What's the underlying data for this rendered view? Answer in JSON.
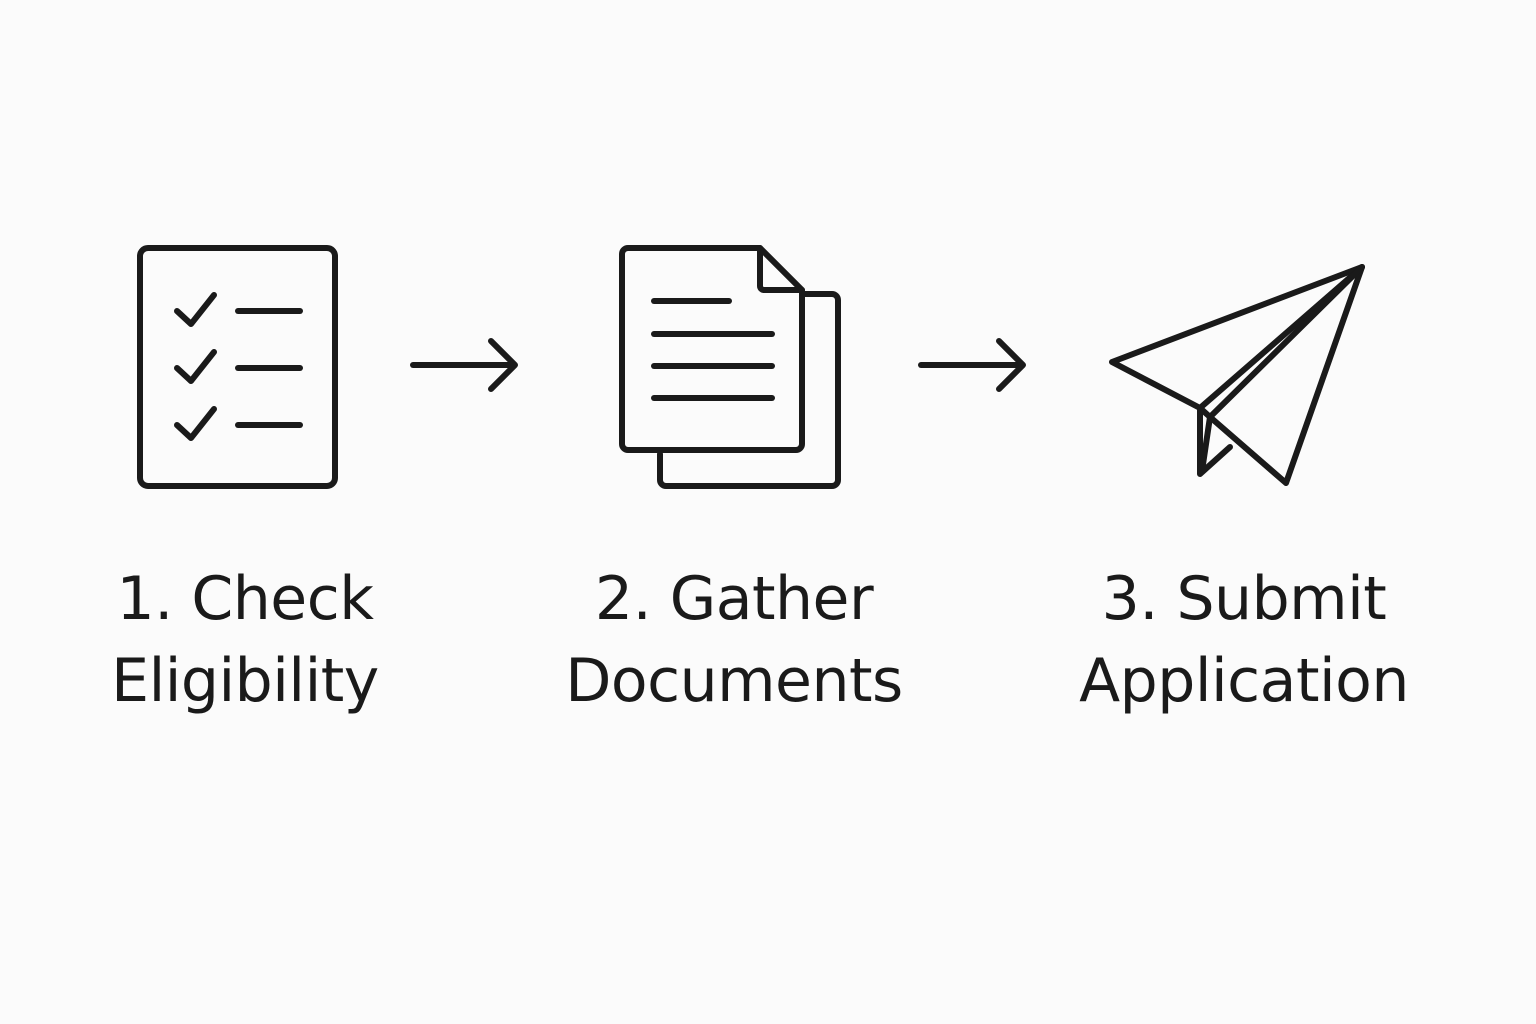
{
  "colors": {
    "background": "#fbfbfb",
    "ink": "#1a1a1a"
  },
  "steps": [
    {
      "icon": "checklist-icon",
      "line1": "1. Check",
      "line2": "Eligibility"
    },
    {
      "icon": "documents-icon",
      "line1": "2. Gather",
      "line2": "Documents"
    },
    {
      "icon": "paper-plane-icon",
      "line1": "3. Submit",
      "line2": "Application"
    }
  ],
  "connectors": [
    {
      "icon": "arrow-right-icon"
    },
    {
      "icon": "arrow-right-icon"
    }
  ]
}
